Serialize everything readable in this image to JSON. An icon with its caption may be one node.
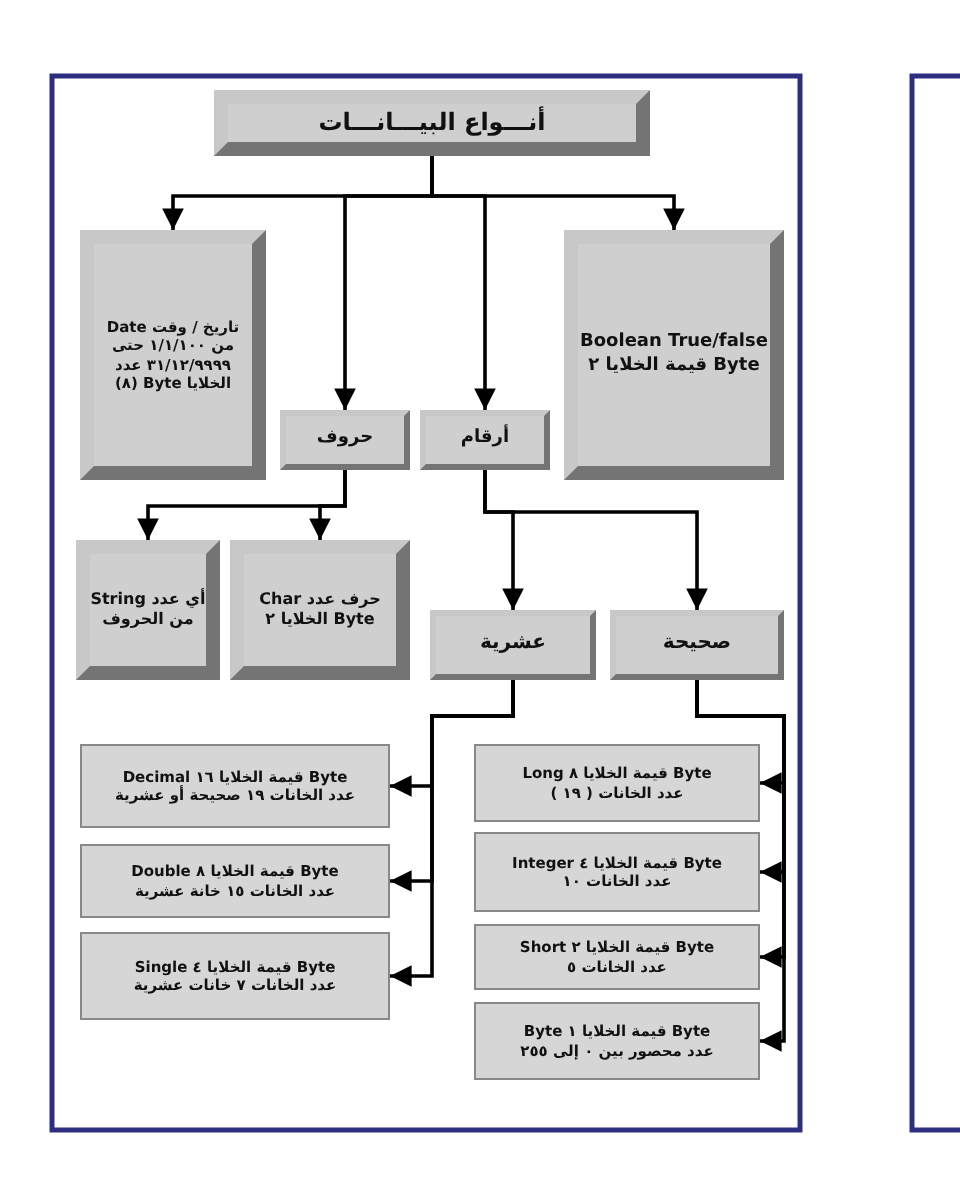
{
  "diagram": {
    "nodes": [
      {
        "text": [
          "أنـــواع البيـــانـــات"
        ]
      },
      {
        "text": [
          "تاريخ / وقت Date من ١/١/١٠٠ حتى ٣١/١٢/٩٩٩٩ عدد الخلايا Byte (٨)"
        ]
      },
      {
        "text": [
          "Boolean True/false قيمة الخلايا ٢ Byte"
        ]
      },
      {
        "text": [
          "حروف"
        ]
      },
      {
        "text": [
          "أرقام"
        ]
      },
      {
        "text": [
          "String أي عدد من الحروف"
        ]
      },
      {
        "text": [
          "Char حرف عدد الخلايا ٢ Byte"
        ]
      },
      {
        "text": [
          "عشرية"
        ]
      },
      {
        "text": [
          "صحيحة"
        ]
      },
      {
        "text": [
          "Decimal قيمة الخلايا ١٦ Byte",
          "عدد الخانات ١٩ صحيحة أو عشرية"
        ]
      },
      {
        "text": [
          "Double قيمة الخلايا ٨ Byte",
          "عدد الخانات ١٥ خانة عشرية"
        ]
      },
      {
        "text": [
          "Single قيمة الخلايا ٤ Byte",
          "عدد الخانات ٧ خانات عشرية"
        ]
      },
      {
        "text": [
          "Long قيمة الخلايا ٨ Byte",
          "عدد الخانات ( ١٩ )"
        ]
      },
      {
        "text": [
          "Integer قيمة الخلايا ٤ Byte",
          "عدد الخانات ١٠"
        ]
      },
      {
        "text": [
          "Short قيمة الخلايا ٢ Byte",
          "عدد الخانات ٥"
        ]
      },
      {
        "text": [
          "Byte قيمة الخلايا ١ Byte",
          "عدد محصور بين ٠ إلى ٢٥٥"
        ]
      }
    ],
    "edges": [
      {
        "from": 0,
        "to": 1,
        "arrow": "to"
      },
      {
        "from": 0,
        "to": 3,
        "arrow": "to"
      },
      {
        "from": 0,
        "to": 4,
        "arrow": "to"
      },
      {
        "from": 0,
        "to": 2,
        "arrow": "to"
      },
      {
        "from": 3,
        "to": 5,
        "arrow": "to"
      },
      {
        "from": 3,
        "to": 6,
        "arrow": "to"
      },
      {
        "from": 4,
        "to": 7,
        "arrow": "to"
      },
      {
        "from": 4,
        "to": 8,
        "arrow": "to"
      },
      {
        "from": 7,
        "to": 9,
        "arrow": "to"
      },
      {
        "from": 7,
        "to": 10,
        "arrow": "to"
      },
      {
        "from": 7,
        "to": 11,
        "arrow": "to"
      },
      {
        "from": 8,
        "to": 12,
        "arrow": "to"
      },
      {
        "from": 8,
        "to": 13,
        "arrow": "to"
      },
      {
        "from": 8,
        "to": 14,
        "arrow": "to"
      },
      {
        "from": 8,
        "to": 15,
        "arrow": "to"
      }
    ]
  }
}
